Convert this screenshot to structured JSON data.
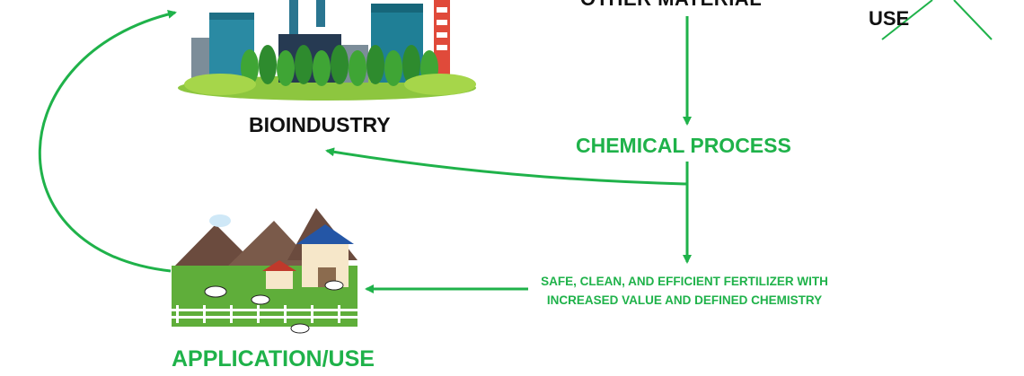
{
  "labels": {
    "other_material": "OTHER MATERIAL",
    "use_top": "USE",
    "bioindustry": "BIOINDUSTRY",
    "chemical_process": "CHEMICAL PROCESS",
    "fertilizer_line1": "SAFE, CLEAN, AND EFFICIENT FERTILIZER WITH",
    "fertilizer_line2": "INCREASED VALUE AND DEFINED CHEMISTRY",
    "application_use": "APPLICATION/USE"
  },
  "colors": {
    "arrow": "#1fb24a",
    "heading": "#111111",
    "accent_text": "#1fb24a"
  },
  "icons": {
    "bioindustry": "factory-illustration",
    "application": "farm-illustration"
  }
}
